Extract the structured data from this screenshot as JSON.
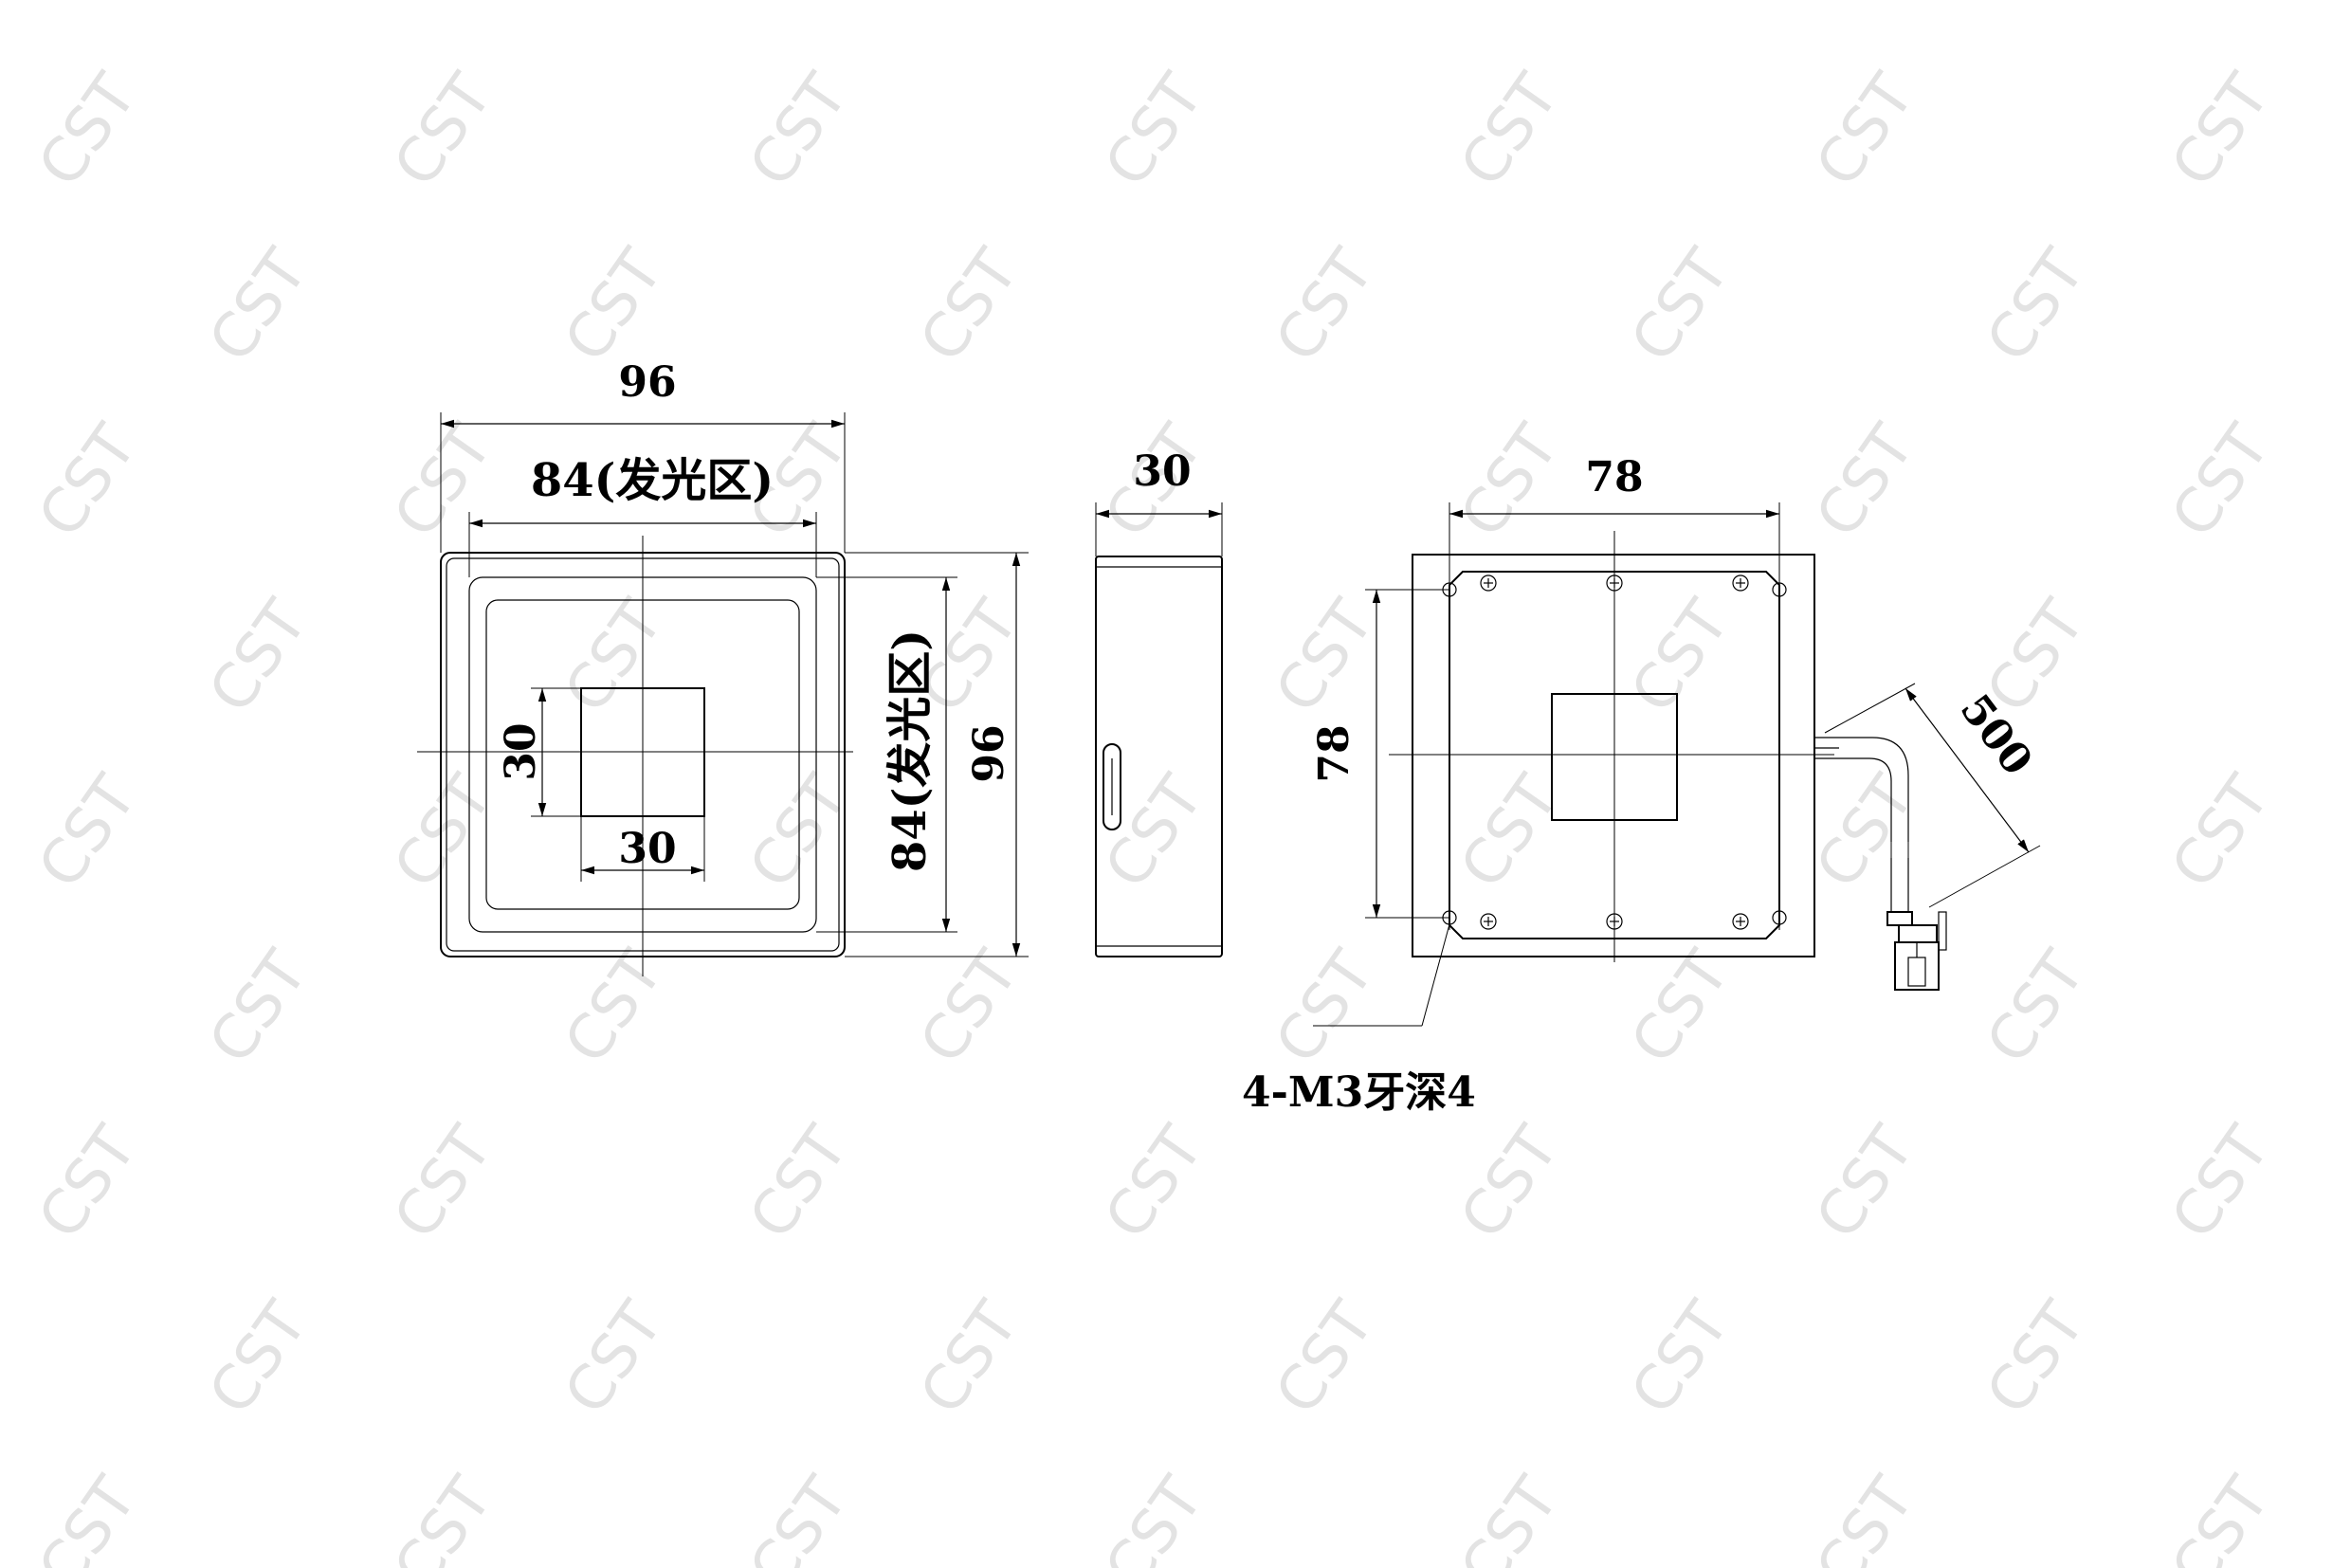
{
  "watermark": "CST",
  "front_view": {
    "width_label": "96",
    "emitting_width_label": "84(发光区)",
    "emitting_height_label": "84(发光区)",
    "height_label": "96",
    "window_width_label": "30",
    "window_height_label": "30"
  },
  "side_view": {
    "depth_label": "30"
  },
  "back_view": {
    "hole_spacing_x_label": "78",
    "hole_spacing_y_label": "78",
    "cable_length_label": "500",
    "thread_note": "4-M3牙深4"
  }
}
